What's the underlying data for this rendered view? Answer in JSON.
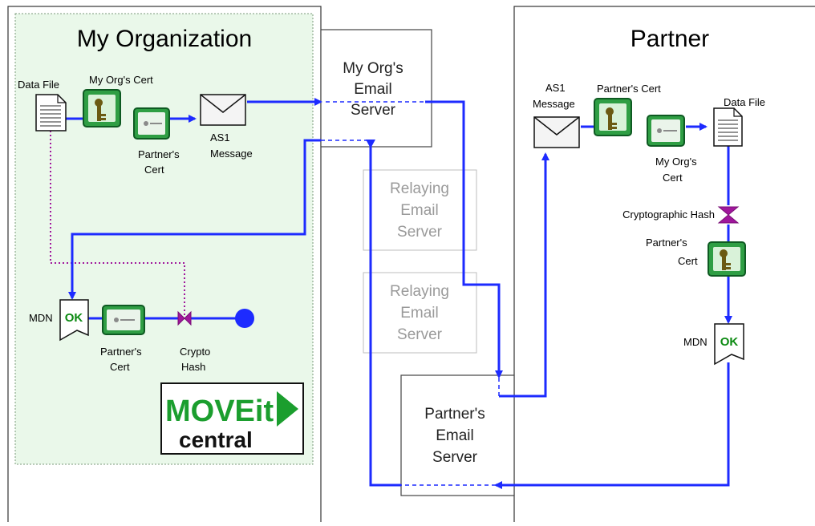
{
  "colors": {
    "flow": "#1d2bff",
    "hash_link": "#a0179c",
    "org_fill": "#eaf8ea",
    "cert_green": "#1f8f3f",
    "ok_green": "#0c8a12",
    "relay_text": "#9a9a9a",
    "brand_green": "#1b9e2e"
  },
  "org": {
    "title": "My Organization",
    "data_file_label": "Data File",
    "my_cert_label": "My Org's Cert",
    "partner_cert_label": [
      "Partner's",
      "Cert"
    ],
    "as1_label": [
      "AS1",
      "Message"
    ],
    "mdn_label": "MDN",
    "ok_text": "OK",
    "mdn_partner_cert_label": [
      "Partner's",
      "Cert"
    ],
    "crypto_hash_label": [
      "Crypto",
      "Hash"
    ]
  },
  "logo": {
    "line1": "MOVEit",
    "line2": "central"
  },
  "my_email_server": {
    "lines": [
      "My Org's",
      "Email",
      "Server"
    ]
  },
  "relay1": {
    "lines": [
      "Relaying",
      "Email",
      "Server"
    ]
  },
  "relay2": {
    "lines": [
      "Relaying",
      "Email",
      "Server"
    ]
  },
  "partner_email_server": {
    "lines": [
      "Partner's",
      "Email",
      "Server"
    ]
  },
  "partner": {
    "title": "Partner",
    "as1_label": [
      "AS1",
      "Message"
    ],
    "partner_cert_label": "Partner's Cert",
    "data_file_label": "Data File",
    "my_org_cert_label": [
      "My Org's",
      "Cert"
    ],
    "crypto_hash_label": "Cryptographic Hash",
    "partner_cert2_label": [
      "Partner's",
      "Cert"
    ],
    "mdn_label": "MDN",
    "ok_text": "OK"
  }
}
